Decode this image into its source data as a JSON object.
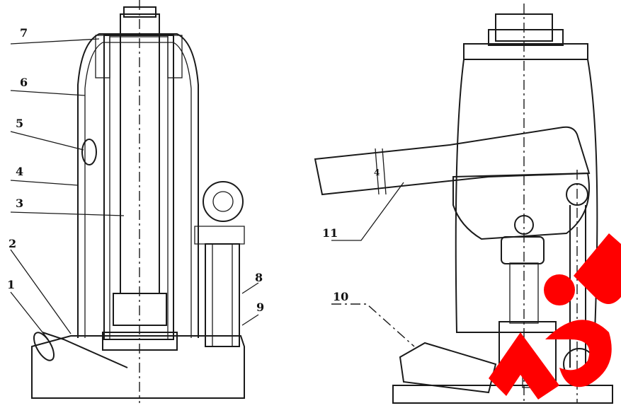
{
  "figure": {
    "left_view_labels": [
      "1",
      "2",
      "3",
      "4",
      "5",
      "6",
      "7",
      "8",
      "9"
    ],
    "right_view_labels": [
      "10",
      "11"
    ],
    "handle_mark": "4"
  },
  "colors": {
    "line": "#1a1a1a",
    "watermark": "#ff0000",
    "background": "#ffffff"
  }
}
